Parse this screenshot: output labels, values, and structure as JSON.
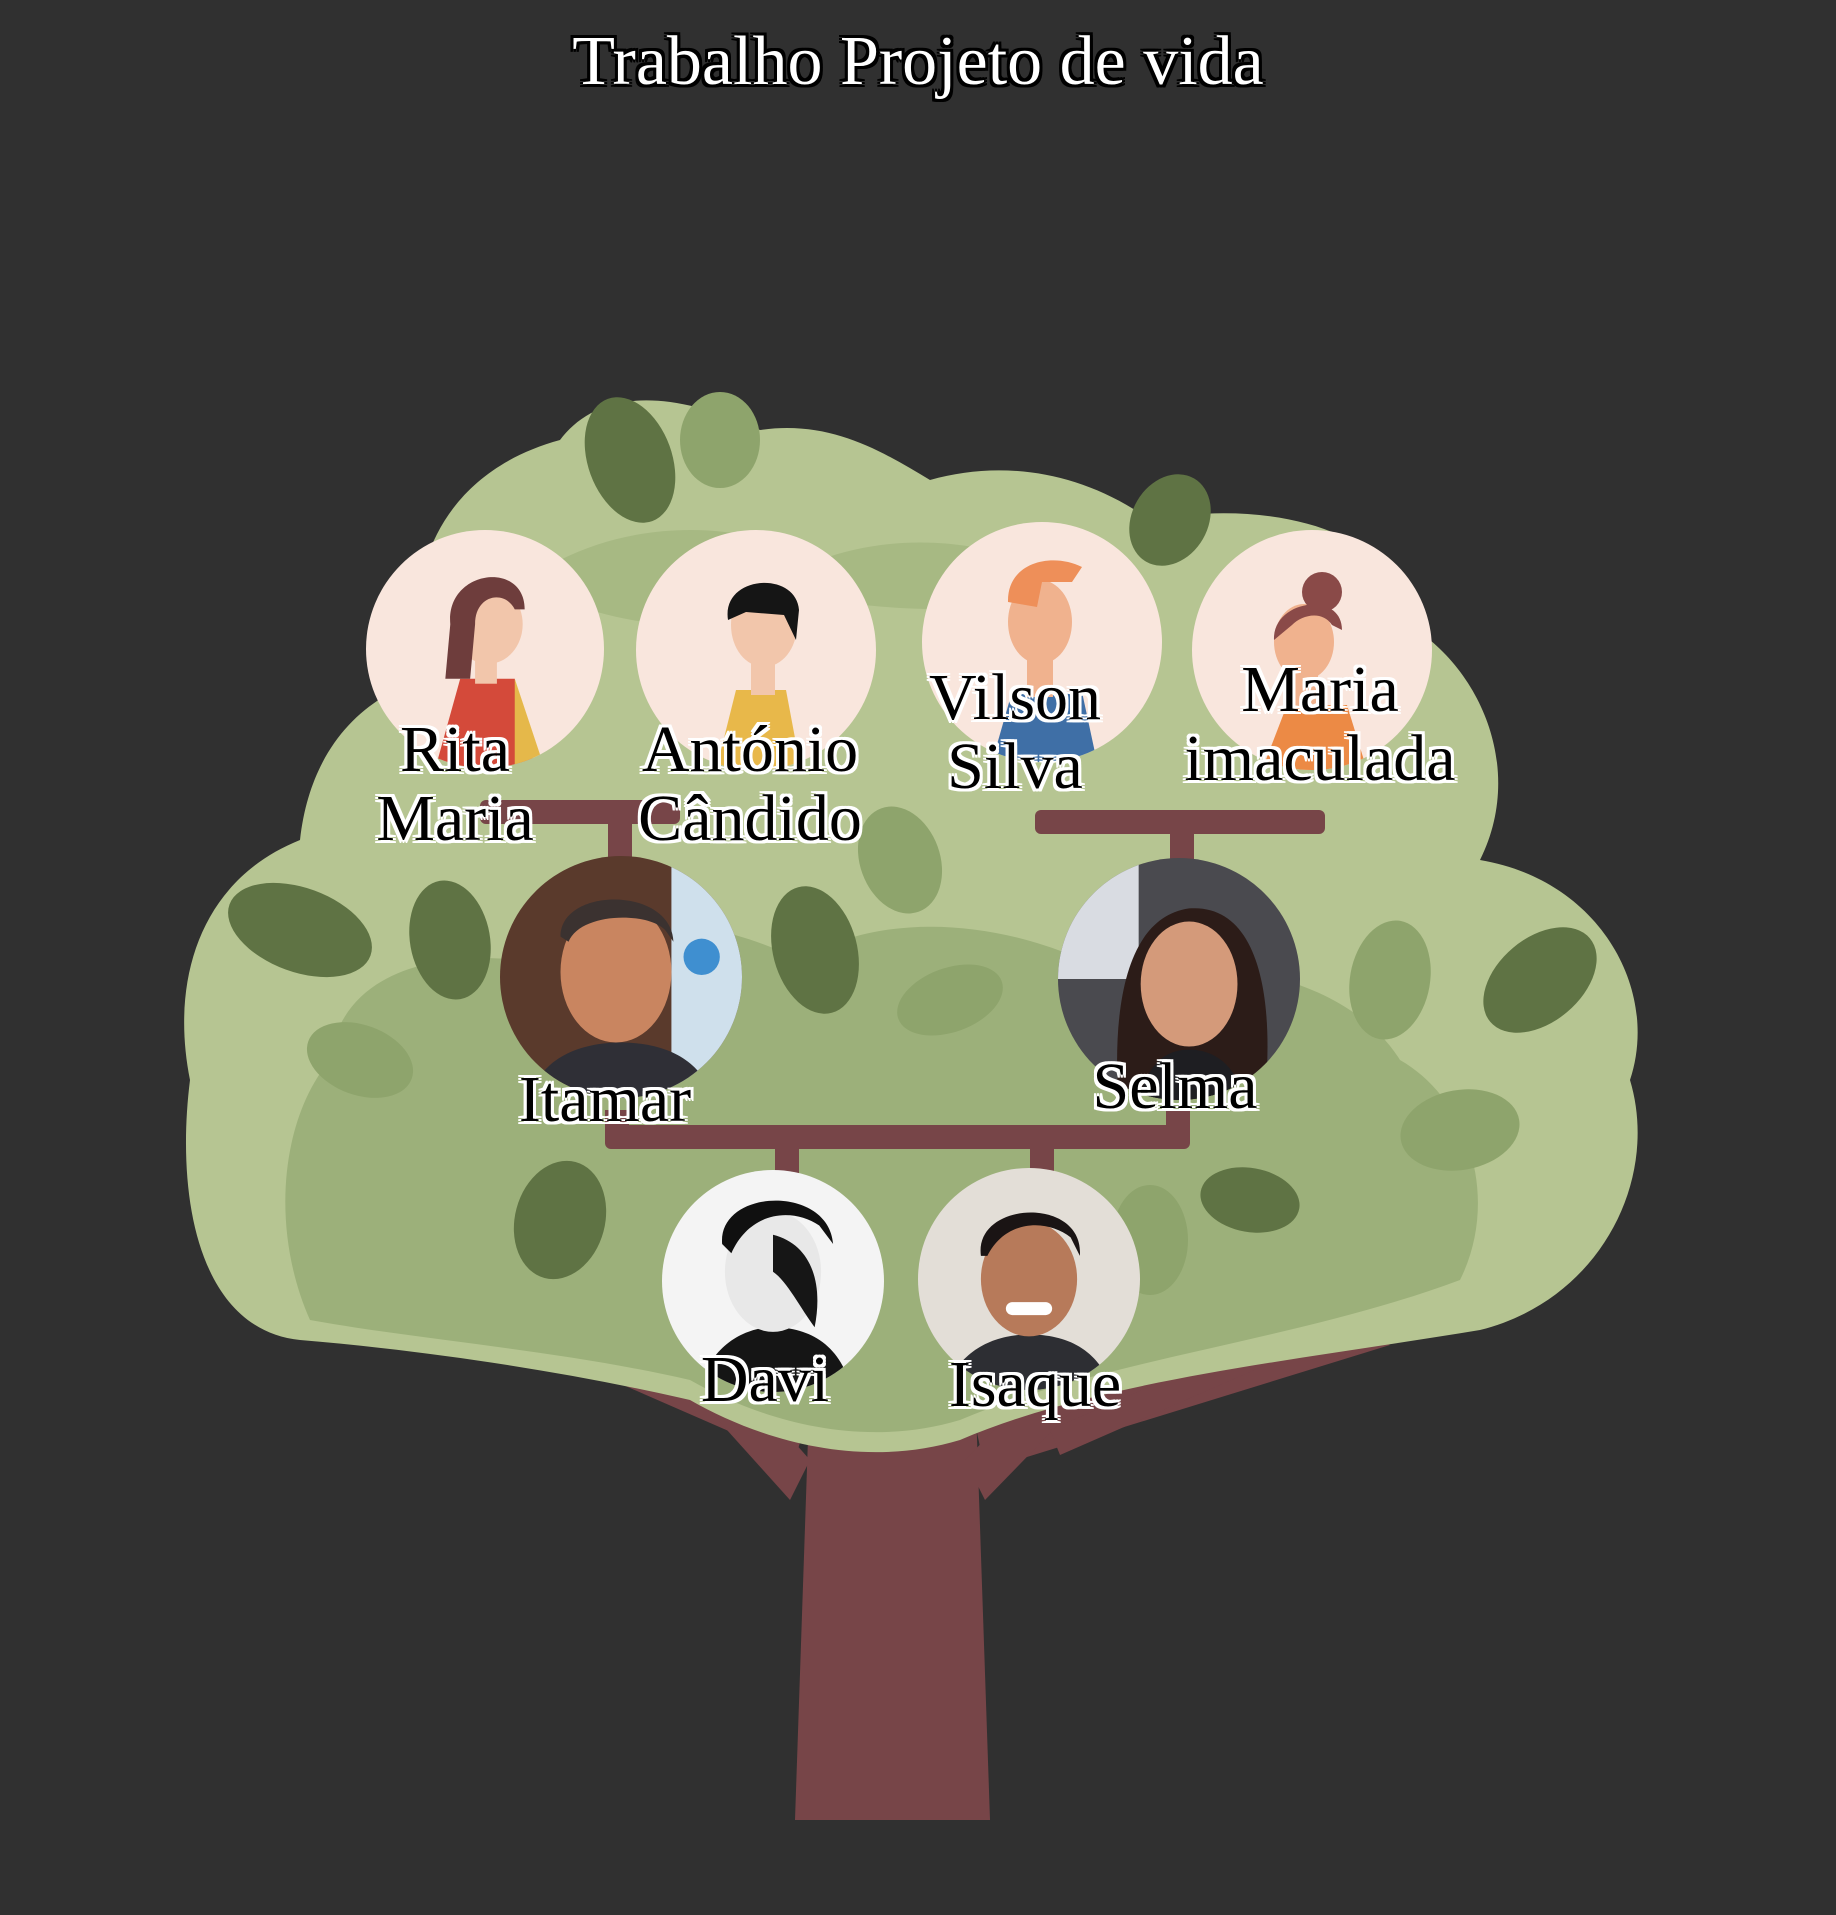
{
  "title": "Trabalho Projeto de vida",
  "colors": {
    "background": "#303030",
    "canopy_light": "#b6c592",
    "canopy_mid": "#9cb07a",
    "leaf_dark": "#5f7344",
    "trunk": "#774548",
    "avatar_bg": "#f9e6dd"
  },
  "grandparents": [
    {
      "line1": "Rita",
      "line2": "Maria",
      "icon": "woman-avatar-icon"
    },
    {
      "line1": "António",
      "line2": "Cândido",
      "icon": "man-avatar-icon"
    },
    {
      "line1": "Vilson",
      "line2": "Silva",
      "icon": "man-avatar-icon"
    },
    {
      "line1": "Maria",
      "line2": "imaculada",
      "icon": "woman-avatar-icon"
    }
  ],
  "parents": [
    {
      "name": "Itamar",
      "icon": "photo-portrait"
    },
    {
      "name": "Selma",
      "icon": "photo-portrait"
    }
  ],
  "children": [
    {
      "name": "Davi",
      "icon": "photo-portrait-bw"
    },
    {
      "name": "Isaque",
      "icon": "photo-portrait"
    }
  ]
}
